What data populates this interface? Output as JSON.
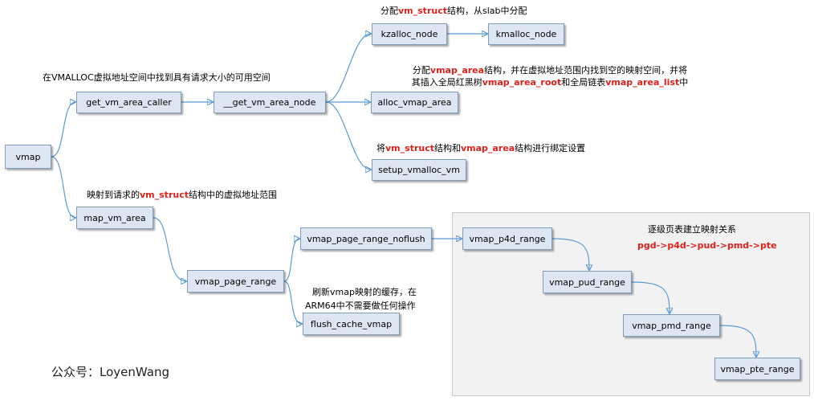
{
  "nodes": {
    "vmap": "vmap",
    "get_vm_area_caller": "get_vm_area_caller",
    "get_vm_area_node": "__get_vm_area_node",
    "kzalloc_node": "kzalloc_node",
    "kmalloc_node": "kmalloc_node",
    "alloc_vmap_area": "alloc_vmap_area",
    "setup_vmalloc_vm": "setup_vmalloc_vm",
    "map_vm_area": "map_vm_area",
    "vmap_page_range": "vmap_page_range",
    "vmap_page_range_noflush": "vmap_page_range_noflush",
    "flush_cache_vmap": "flush_cache_vmap",
    "vmap_p4d_range": "vmap_p4d_range",
    "vmap_pud_range": "vmap_pud_range",
    "vmap_pmd_range": "vmap_pmd_range",
    "vmap_pte_range": "vmap_pte_range"
  },
  "notes": {
    "get_vm_area": "在VMALLOC虚拟地址空间中找到具有请求大小的可用空间",
    "kzalloc": {
      "pre": "分配",
      "hl": "vm_struct",
      "post": "结构，从slab中分配"
    },
    "alloc_vmap_line1": {
      "pre": "分配",
      "hl": "vmap_area",
      "post": "结构，并在虚拟地址范围内找到空的映射空间，并将"
    },
    "alloc_vmap_line2": {
      "pre": "其插入全局红黑树",
      "hl1": "vmap_area_root",
      "mid": "和全局链表",
      "hl2": "vmap_area_list",
      "post": "中"
    },
    "setup": {
      "pre": "将",
      "hl1": "vm_struct",
      "mid": "结构和",
      "hl2": "vmap_area",
      "post": "结构进行绑定设置"
    },
    "map_vm": {
      "pre": "映射到请求的",
      "hl": "vm_struct",
      "post": "结构中的虚拟地址范围"
    },
    "flush_line1": "刷新vmap映射的缓存，在",
    "flush_line2": "ARM64中不需要做任何操作",
    "pgtable_title": "逐级页表建立映射关系",
    "pgtable_chain": "pgd->p4d->pud->pmd->pte"
  },
  "watermark": "公众号：LoyenWang",
  "colors": {
    "node_fill": "#dde6f2",
    "node_border": "#7f9db9",
    "connector": "#5b9bd5",
    "highlight": "#e0201b",
    "group_fill": "#f2f2f2"
  }
}
